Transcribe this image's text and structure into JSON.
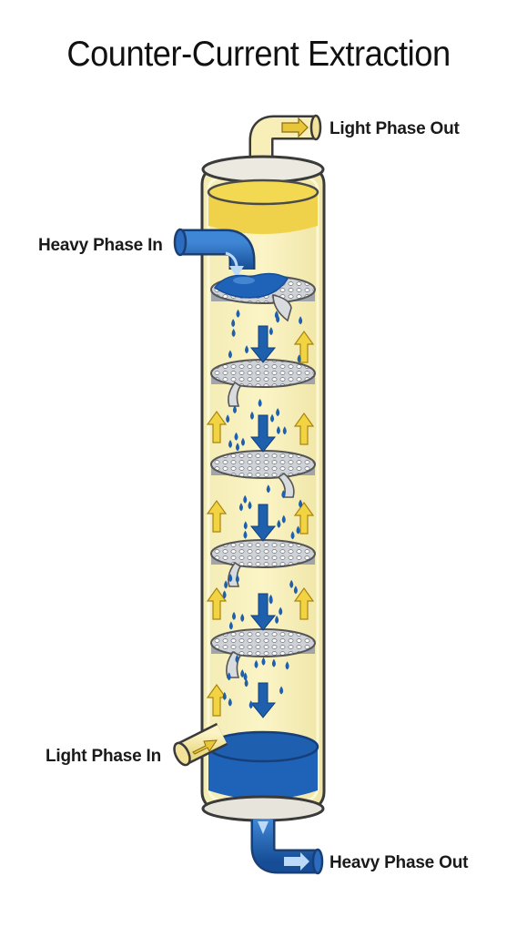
{
  "title": "Counter-Current Extraction",
  "labels": {
    "light_out": "Light Phase Out",
    "heavy_in": "Heavy Phase In",
    "light_in": "Light Phase In",
    "heavy_out": "Heavy Phase Out"
  },
  "colors": {
    "light_phase": "#f7e98e",
    "light_phase_arrow": "#e8c63a",
    "heavy_phase": "#1e63b8",
    "tray": "#c9cdd2",
    "column_wall": "#3a3a3a"
  },
  "icons": [
    "flow-arrow-icon",
    "droplet-icon"
  ]
}
